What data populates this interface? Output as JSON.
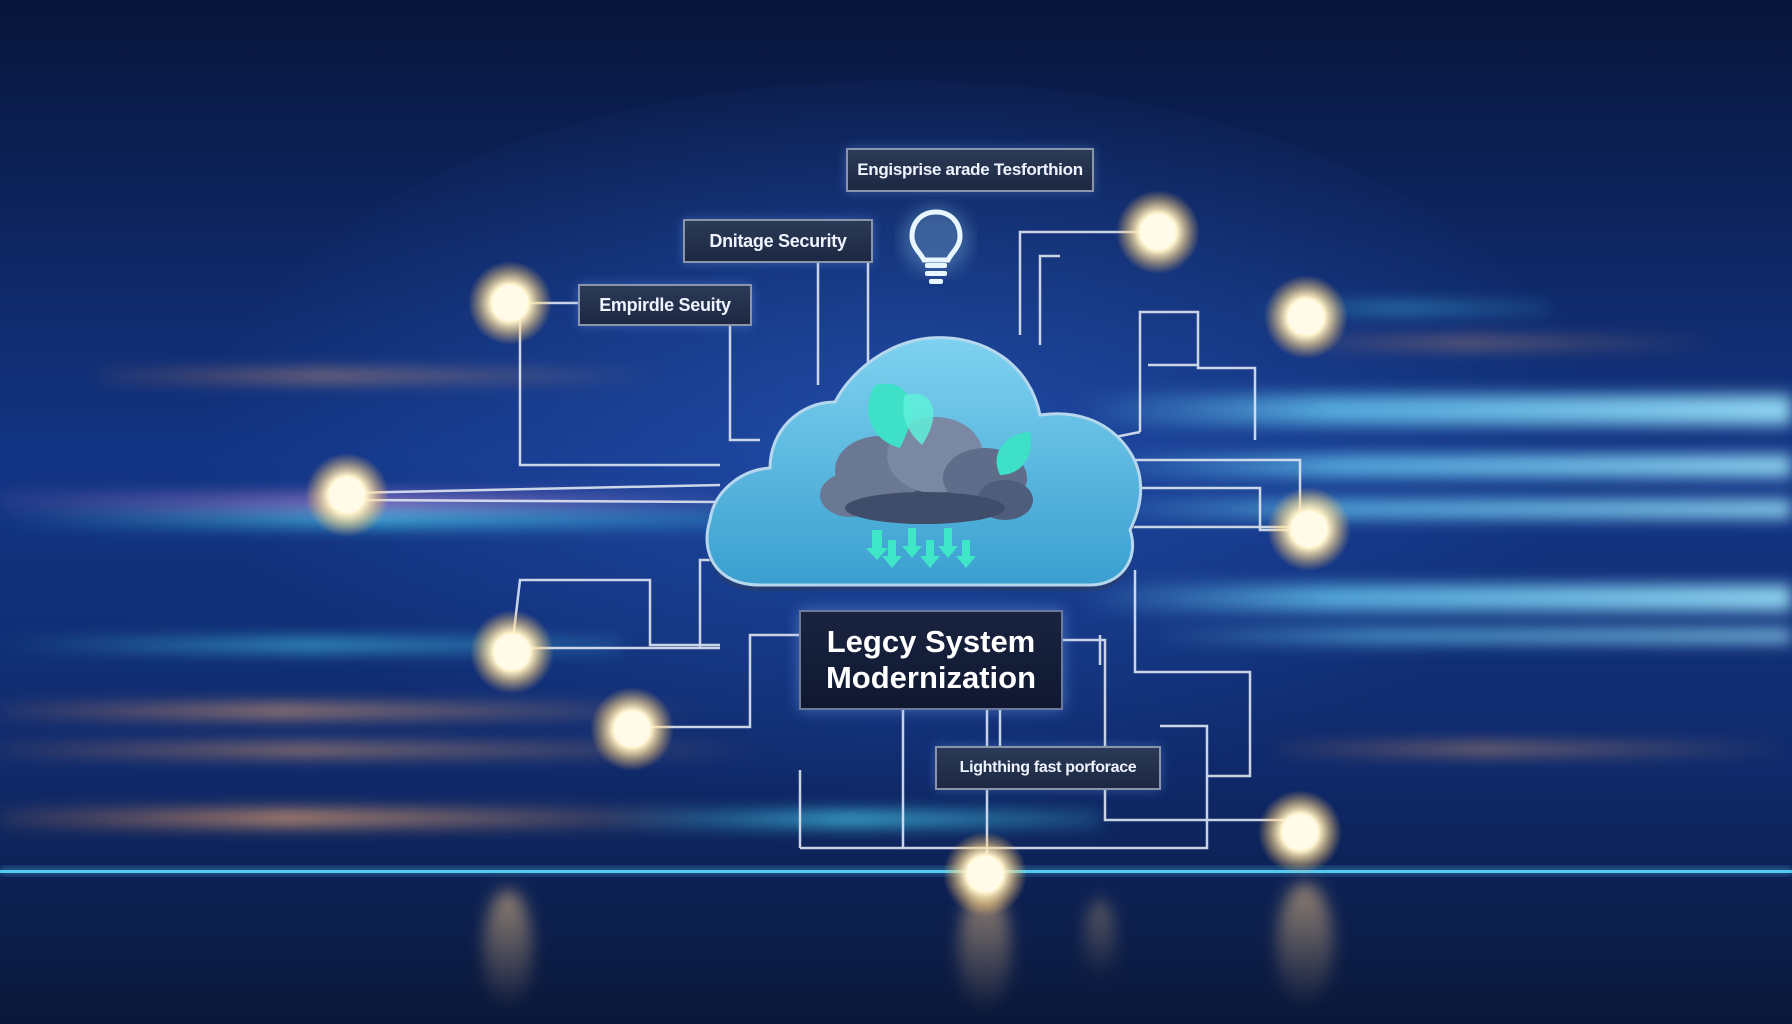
{
  "labels": {
    "top": "Engisprise arade Tesforthion",
    "digital": "Dnitage Security",
    "empire": "Empirdle Seuity",
    "performance": "Lighthing fast porforace"
  },
  "title": {
    "line1": "Legcy System",
    "line2": "Modernization"
  },
  "icons": {
    "bulb": "lightbulb-icon",
    "cloud": "cloud-icon",
    "storm": "storm-cloud-icon",
    "leaves": "leaf-icon",
    "arrows": "down-arrow-icon"
  },
  "colors": {
    "background_dark": "#0a1a3a",
    "background_blue": "#173a8a",
    "cloud": "#5fc0e6",
    "leaf": "#3fe0c8",
    "node_glow": "#fff6d8",
    "circuit_line": "#dfe6f2"
  }
}
